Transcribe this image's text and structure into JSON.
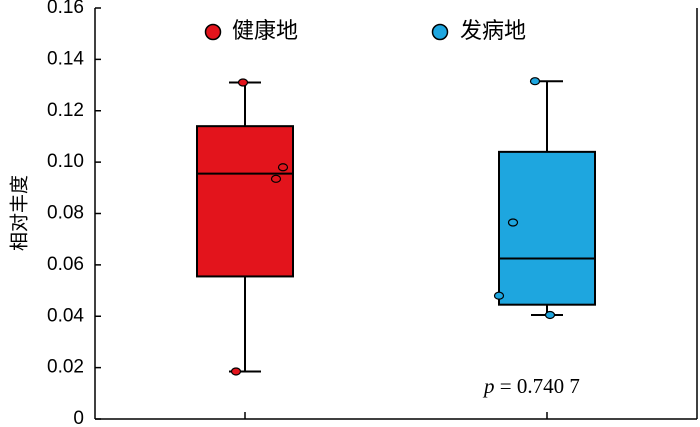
{
  "chart_data": {
    "type": "box",
    "ylabel": "相对丰度",
    "ylim": [
      0,
      0.16
    ],
    "yticks": [
      "0",
      "0.02",
      "0.04",
      "0.06",
      "0.08",
      "0.10",
      "0.12",
      "0.14",
      "0.16"
    ],
    "legend_position": "top",
    "series": [
      {
        "name": "健康地",
        "color": "#e3141c",
        "whisker_low": 0.0185,
        "q1": 0.0555,
        "median": 0.0955,
        "q3": 0.114,
        "whisker_high": 0.131,
        "points": [
          0.131,
          0.098,
          0.0935,
          0.0185
        ]
      },
      {
        "name": "发病地",
        "color": "#1ea6df",
        "whisker_low": 0.0405,
        "q1": 0.0445,
        "median": 0.0625,
        "q3": 0.104,
        "whisker_high": 0.1315,
        "points": [
          0.1315,
          0.0765,
          0.048,
          0.0405
        ]
      }
    ],
    "annotation": {
      "p_symbol": "p",
      "text": " = 0.740 7"
    }
  }
}
